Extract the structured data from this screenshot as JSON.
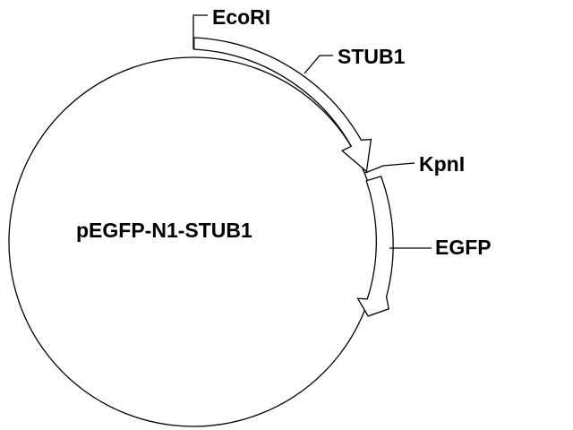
{
  "plasmid": {
    "name": "pEGFP-N1-STUB1"
  },
  "features": {
    "stub1": {
      "label": "STUB1"
    },
    "egfp": {
      "label": "EGFP"
    }
  },
  "sites": {
    "ecori": {
      "label": "EcoRI"
    },
    "kpni": {
      "label": "KpnI"
    }
  },
  "colors": {
    "stroke": "#000000",
    "background": "#ffffff"
  }
}
